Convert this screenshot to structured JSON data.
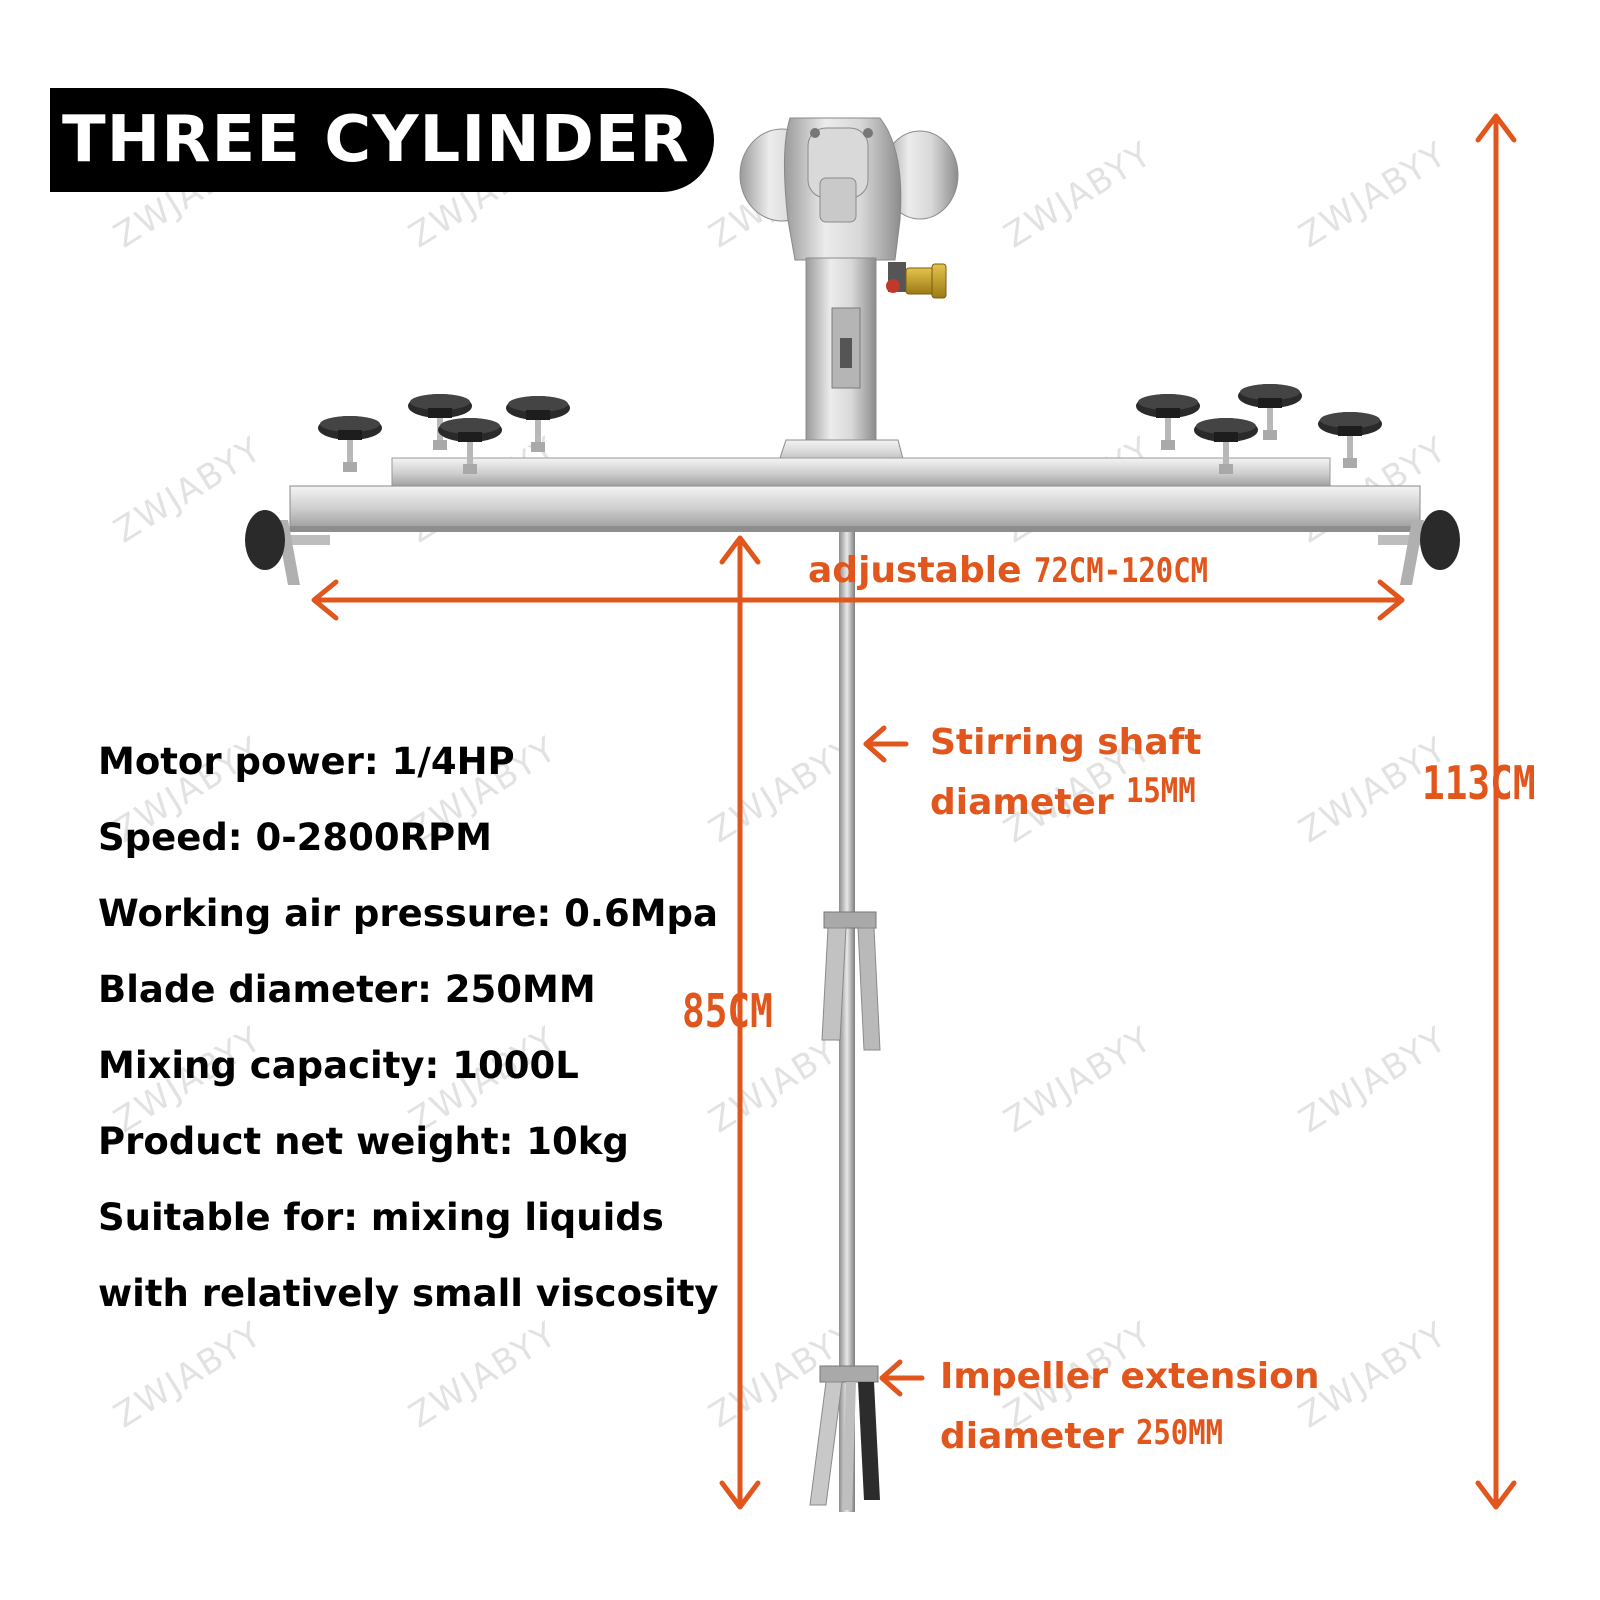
{
  "banner": {
    "title": "THREE CYLINDER"
  },
  "specs": [
    "Motor power: 1/4HP",
    "Speed: 0-2800RPM",
    "Working air pressure: 0.6Mpa",
    "Blade diameter: 250MM",
    "Mixing capacity: 1000L",
    "Product net weight: 10kg",
    "Suitable for: mixing liquids",
    "with relatively small viscosity"
  ],
  "labels": {
    "adjustable_word": "adjustable",
    "adjustable_value": "72CM-120CM",
    "shaft_line1": "Stirring shaft",
    "shaft_line2": "diameter",
    "shaft_value": "15MM",
    "impeller_line1": "Impeller extension",
    "impeller_line2": "diameter",
    "impeller_value": "250MM",
    "height_total": "113CM",
    "height_shaft": "85CM"
  },
  "watermark": "ZWJABYY",
  "colors": {
    "accent": "#e0561c",
    "banner_bg": "#000000",
    "text": "#000000"
  }
}
